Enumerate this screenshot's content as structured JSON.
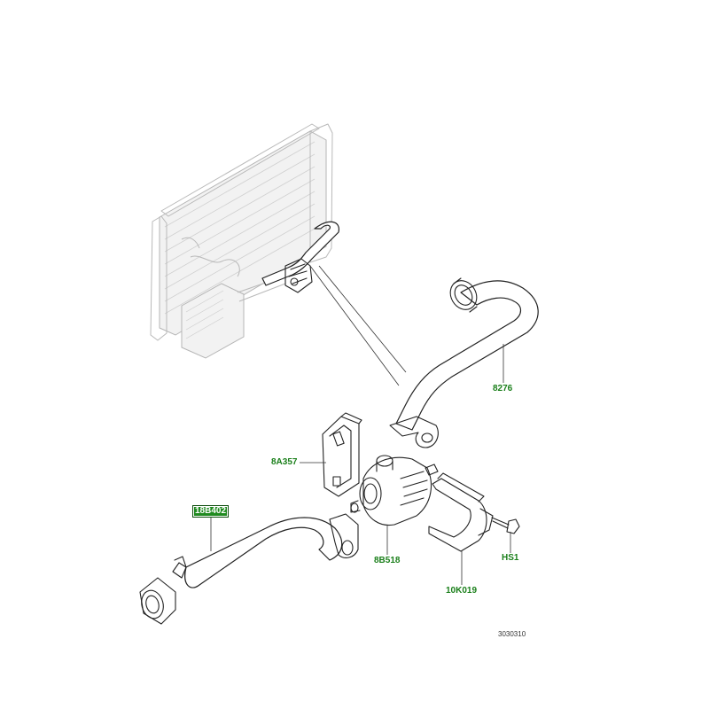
{
  "diagram": {
    "reference_number": "3030310",
    "colors": {
      "callout_text": "#1a7f1a",
      "highlight_box": "#1f8a1f",
      "outline": "#222222",
      "ghost": "#b9b9b9"
    },
    "callouts": [
      {
        "id": "hose-upper",
        "label": "8276",
        "highlighted": false
      },
      {
        "id": "bracket-pump",
        "label": "8A357",
        "highlighted": false
      },
      {
        "id": "hose-lower",
        "label": "18B402",
        "highlighted": true
      },
      {
        "id": "pump",
        "label": "8B518",
        "highlighted": false
      },
      {
        "id": "bolt",
        "label": "HS1",
        "highlighted": false
      },
      {
        "id": "bracket-support",
        "label": "10K019",
        "highlighted": false
      }
    ]
  }
}
